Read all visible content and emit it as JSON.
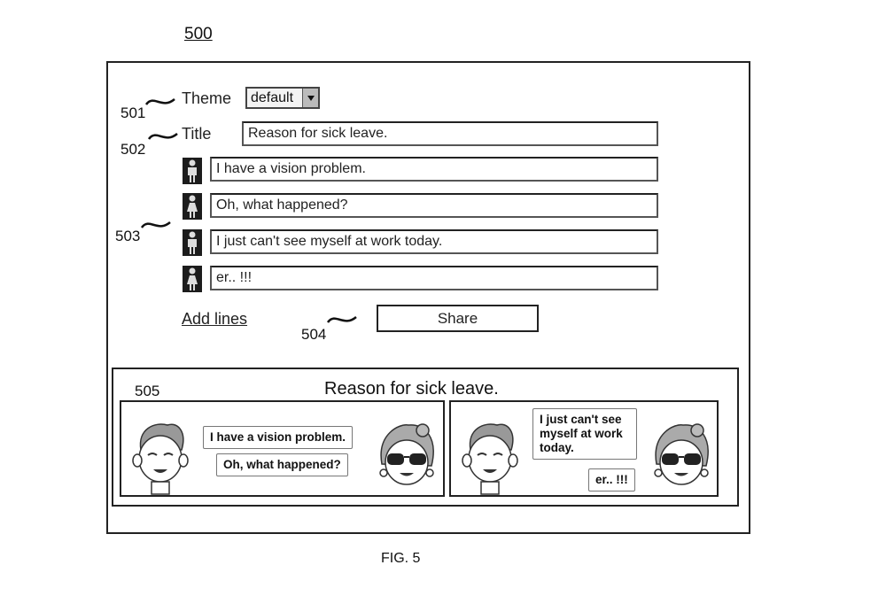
{
  "figure": {
    "number": "500",
    "caption": "FIG. 5"
  },
  "refs": {
    "r501": "501",
    "r502": "502",
    "r503": "503",
    "r504": "504",
    "r505": "505"
  },
  "form": {
    "theme_label": "Theme",
    "theme_value": "default",
    "title_label": "Title",
    "title_value": "Reason for sick leave.",
    "lines": [
      {
        "speaker": "male-avatar-icon",
        "text": "I have a vision problem."
      },
      {
        "speaker": "female-avatar-icon",
        "text": "Oh, what happened?"
      },
      {
        "speaker": "male-avatar-icon",
        "text": "I just can't see myself at work today."
      },
      {
        "speaker": "female-avatar-icon",
        "text": "er.. !!!"
      }
    ],
    "add_lines_label": "Add lines",
    "share_label": "Share"
  },
  "preview": {
    "title": "Reason for sick leave.",
    "panels": [
      {
        "bubbles": [
          "I have a vision problem.",
          "Oh, what happened?"
        ]
      },
      {
        "bubbles": [
          "I just can't see myself at work today.",
          "er.. !!!"
        ]
      }
    ]
  }
}
